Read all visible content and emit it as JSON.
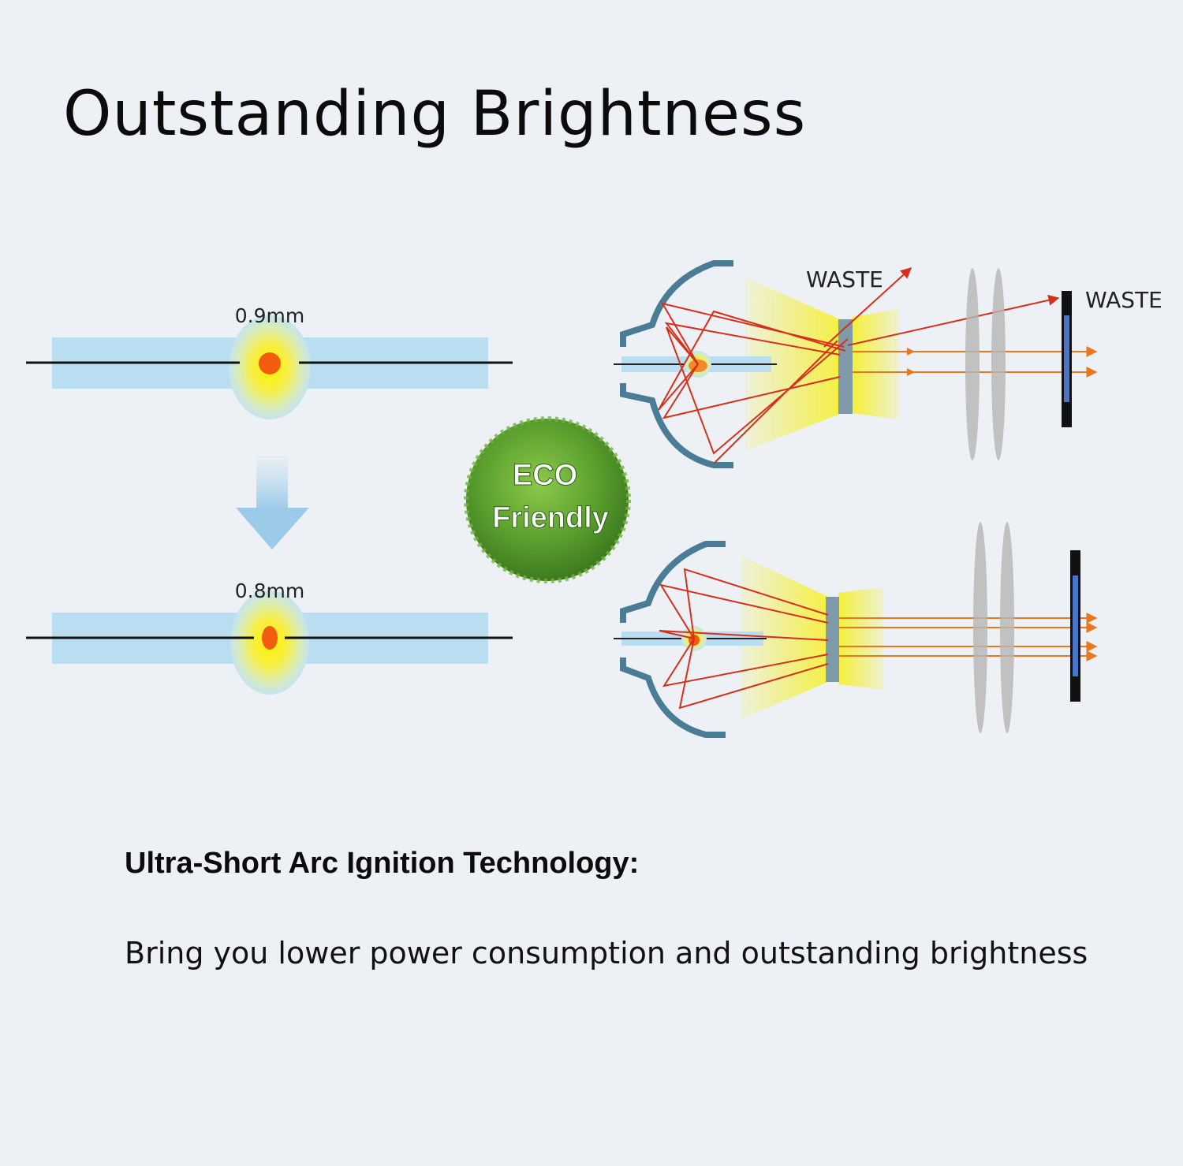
{
  "title": "Outstanding Brightness",
  "diagram": {
    "arc_before": "0.9mm",
    "arc_after": "0.8mm",
    "eco_line1": "ECO",
    "eco_line2": "Friendly",
    "waste_label_1": "WASTE",
    "waste_label_2": "WASTE"
  },
  "text": {
    "heading": "Ultra-Short Arc Ignition Technology:",
    "body": "Bring you lower power consumption and outstanding brightness"
  },
  "colors": {
    "background": "#edf1f6",
    "tube": "#b9def2",
    "reflector": "#4a7d95",
    "ray": "#d4301c",
    "ray_orange": "#e8771e",
    "light": "#f5f03a",
    "eco_green": "#5aa02e"
  }
}
